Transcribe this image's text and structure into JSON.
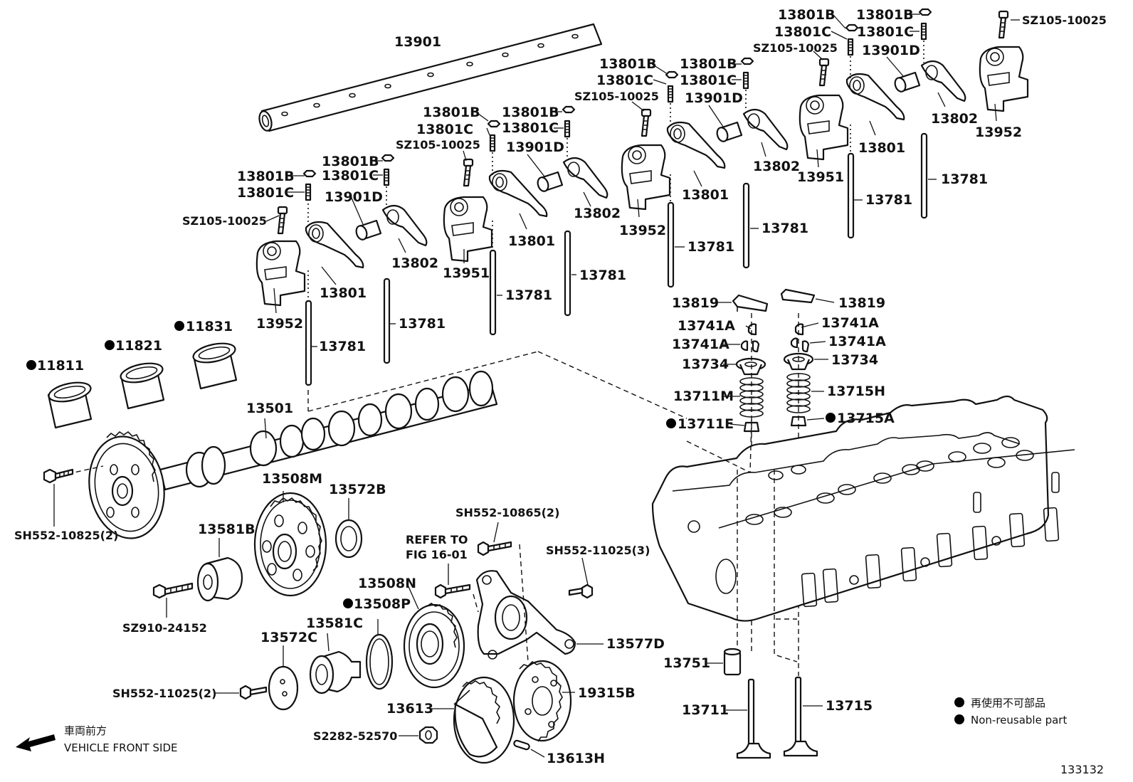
{
  "labels": {
    "shaft": "13901",
    "b1": "13801B",
    "c1": "13801C",
    "sz1": "SZ105-10025",
    "d1": "13901D",
    "r1": "13801",
    "s1": "13952",
    "p1": "13781",
    "b2": "13801B",
    "c2": "13801C",
    "sp2": "13802",
    "p2": "13781",
    "b3": "13801B",
    "c3": "13801C",
    "sz3": "SZ105-10025",
    "d3": "13901D",
    "r3": "13801",
    "s3": "13951",
    "p3": "13781",
    "b4": "13801B",
    "c4": "13801C",
    "sp4": "13802",
    "p4": "13781",
    "b5": "13801B",
    "c5": "13801C",
    "sz5": "SZ105-10025",
    "d5": "13901D",
    "r5": "13801",
    "s5": "13952",
    "p5": "13781",
    "b6": "13801B",
    "c6": "13801C",
    "sp6": "13802",
    "p6": "13781",
    "b7": "13801B",
    "c7": "13801C",
    "sz7": "SZ105-10025",
    "d7": "13901D",
    "r7": "13801",
    "s7": "13951",
    "p7": "13781",
    "b8": "13801B",
    "c8": "13801C",
    "sp8": "13802",
    "p8": "13781",
    "sz9": "SZ105-10025",
    "s9": "13952",
    "bush1": "11811",
    "bush2": "11821",
    "bush3": "11831",
    "camshaft": "13501",
    "bolt_cam": "SH552-10825(2)",
    "gear_m": "13508M",
    "seal_b": "13572B",
    "hub_b": "13581B",
    "bolt_hub": "SZ910-24152",
    "gear_n": "13508N",
    "oring_p": "13508P",
    "hub_c": "13581C",
    "plate_c": "13572C",
    "bolt_plate": "SH552-11025(2)",
    "bolt_top": "SH552-10865(2)",
    "refer": "REFER TO",
    "fig": "FIG 16-01",
    "bolt_right": "SH552-11025(3)",
    "bracket": "13577D",
    "gear_b": "19315B",
    "gear_13613": "13613",
    "nut": "S2282-52570",
    "pin": "13613H",
    "key_l": "13819",
    "key_r": "13819",
    "lock_l1": "13741A",
    "lock_l2": "13741A",
    "lock_r1": "13741A",
    "lock_r2": "13741A",
    "ret_l": "13734",
    "ret_r": "13734",
    "spring_m": "13711M",
    "spring_h": "13715H",
    "seal_e": "13711E",
    "seal_a": "13715A",
    "guide": "13751",
    "valve_in": "13711",
    "valve_ex": "13715"
  },
  "legend": {
    "jp": "再使用不可部品",
    "en": "Non-reusable part"
  },
  "direction": {
    "jp": "車両前方",
    "en": "VEHICLE FRONT SIDE"
  },
  "figure_number": "133132"
}
